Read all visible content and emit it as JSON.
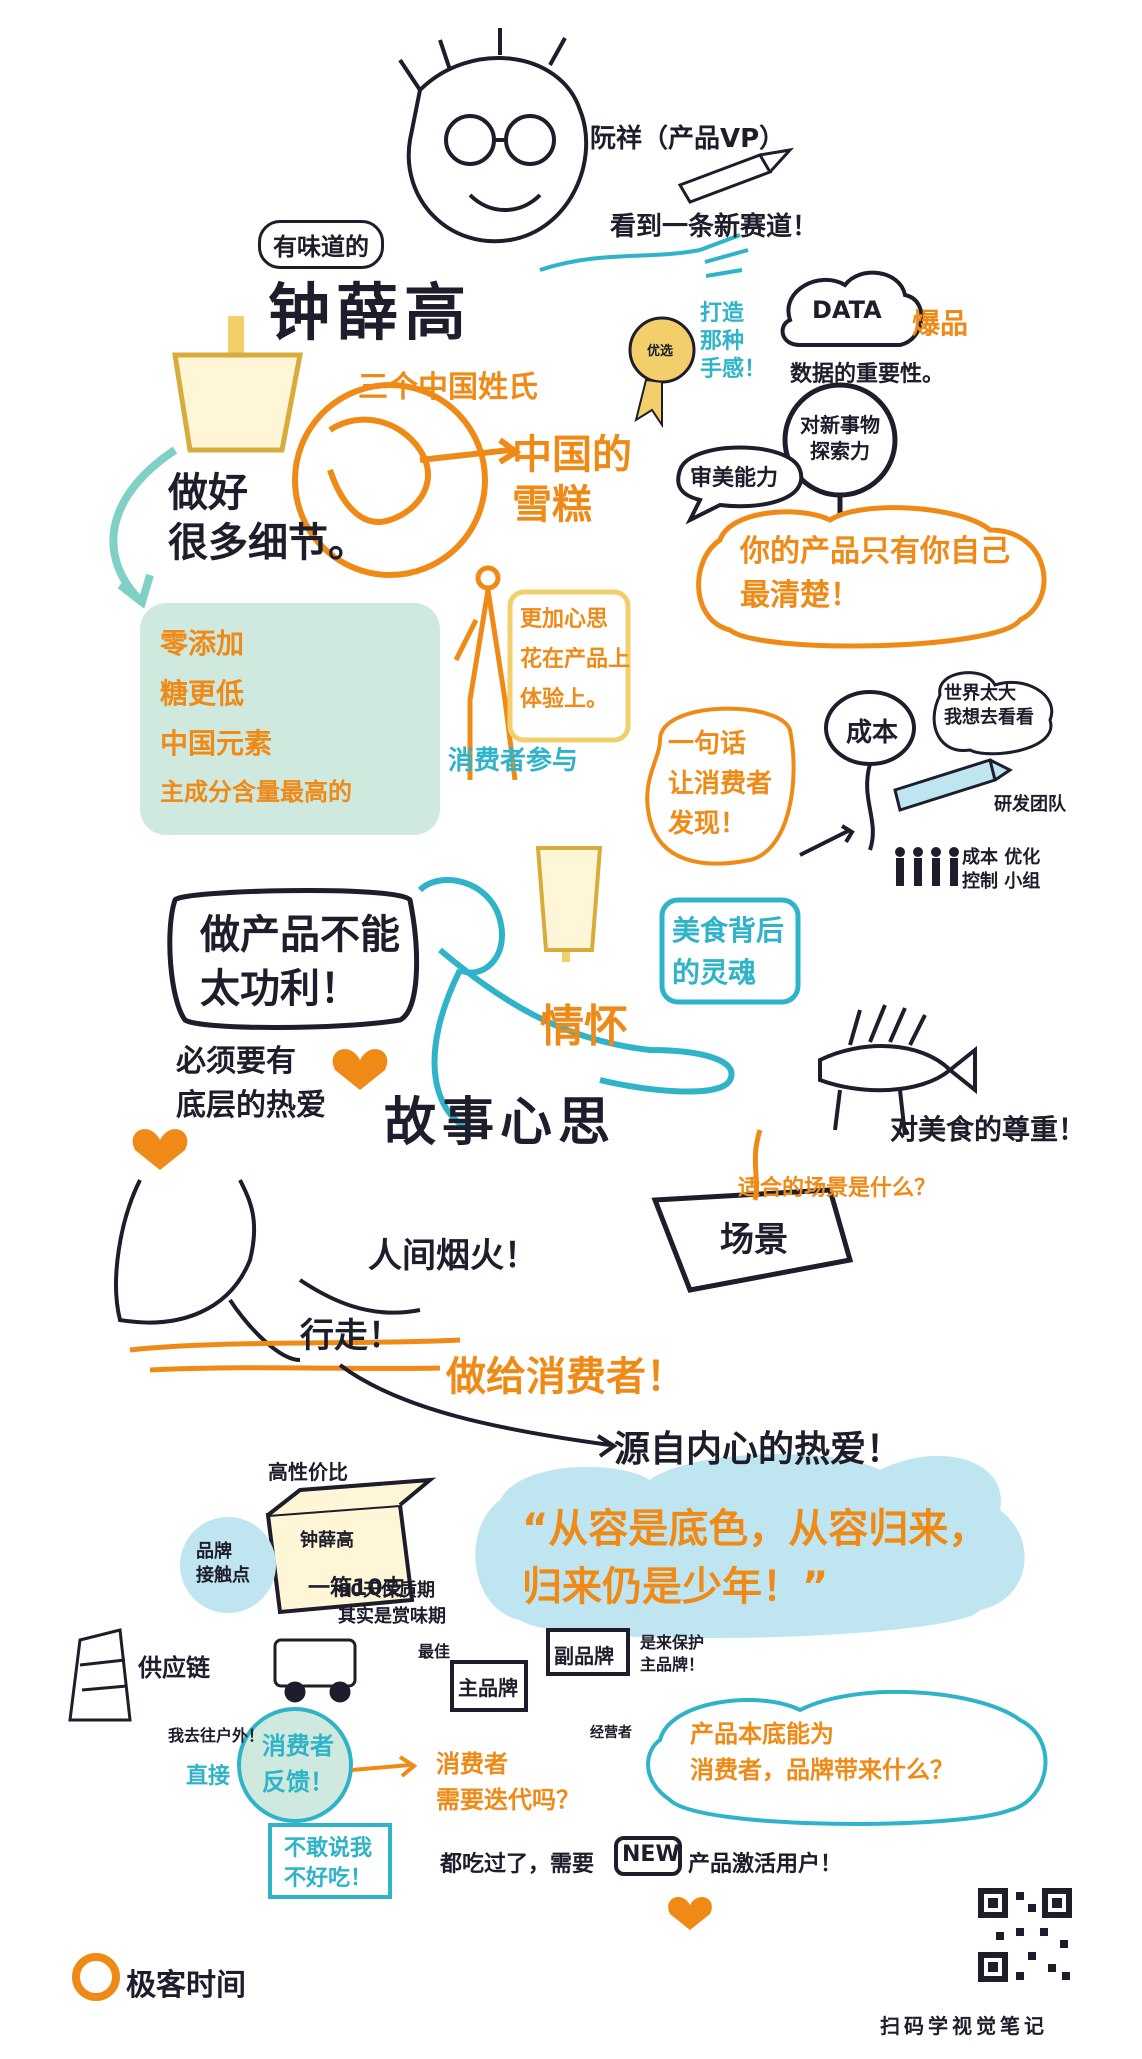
{
  "colors": {
    "ink": "#1d1d2b",
    "orange": "#ef8a17",
    "teal": "#2fb3c8",
    "mint": "#cfe9df",
    "sky": "#bfe6f0",
    "gold": "#f2cf6b"
  },
  "header": {
    "person_tag": "阮祥（产品VP）",
    "interesting": "有味道的",
    "name": "钟薛高",
    "slogan": "看到一条新赛道！"
  },
  "brand_intro": {
    "chinese_surname": "三个中国姓氏",
    "chinese_snowcake": "中国的\n雪糕",
    "crafting": "打造\n那种\n手感！",
    "medal_label": "优选"
  },
  "data_section": {
    "data_label": "DATA",
    "hit_product": "爆品",
    "importance": "数据的重要性。",
    "explore": "对新事物\n探索力",
    "aesthetic": "审美能力",
    "know_best": "你的产品只有你自己\n最清楚！"
  },
  "details": {
    "title": "做好\n很多细节。",
    "items": [
      "零添加",
      "糖更低",
      "中国元素",
      "主成分含量最高的"
    ]
  },
  "consumer_care": {
    "mind": "更加心思\n花在产品上\n体验上。",
    "consumer_and": "消费者参与",
    "one_sentence": "一句话\n让消费者\n发现！"
  },
  "cost": {
    "cost_label": "成本",
    "world": "世界太大\n我想去看看",
    "rd_team": "研发团队",
    "cost_opt": "成本 优化\n控制 小组"
  },
  "middle": {
    "not_utilitarian": "做产品不能\n太功利！",
    "need_love": "必须要有\n底层的热爱",
    "feelings": "情怀",
    "soul": "美食背后\n的灵魂",
    "story": "故事心思",
    "respect_food": "对美食的尊重！",
    "scene_q": "适合的场景是什么？",
    "scene": "场景",
    "among_people": "人间烟火！",
    "walk": "行走！"
  },
  "lower": {
    "for_consumers": "做给消费者！",
    "from_heart": "源自内心的热爱！",
    "big_quote": "“从容是底色，从容归来，\n归来仍是少年！”",
    "premium": "高性价比",
    "box_brand": "钟薛高",
    "box_size": "一箱10支",
    "brand_point": "品牌\n接触点",
    "shelf_life": "90天保质期\n其实是赏味期",
    "best": "最佳",
    "supply": "供应链",
    "outside": "我去往户外！",
    "main_brand": "主品牌",
    "sub_brand": "副品牌",
    "protect": "是来保护\n主品牌！",
    "salesman": "经营者",
    "direct": "直接",
    "feedback": "消费者\n反馈！",
    "not_tasty": "不敢说我\n不好吃！",
    "need_iter": "消费者\n需要迭代吗？",
    "eat_more": "都吃过了，需要",
    "new_label": "NEW",
    "new_product": "产品激活用户！",
    "bring": "产品本底能为\n消费者，品牌带来什么？"
  },
  "footer": {
    "logo_text": "极客时间",
    "qr_label": "扫码学视觉笔记"
  }
}
